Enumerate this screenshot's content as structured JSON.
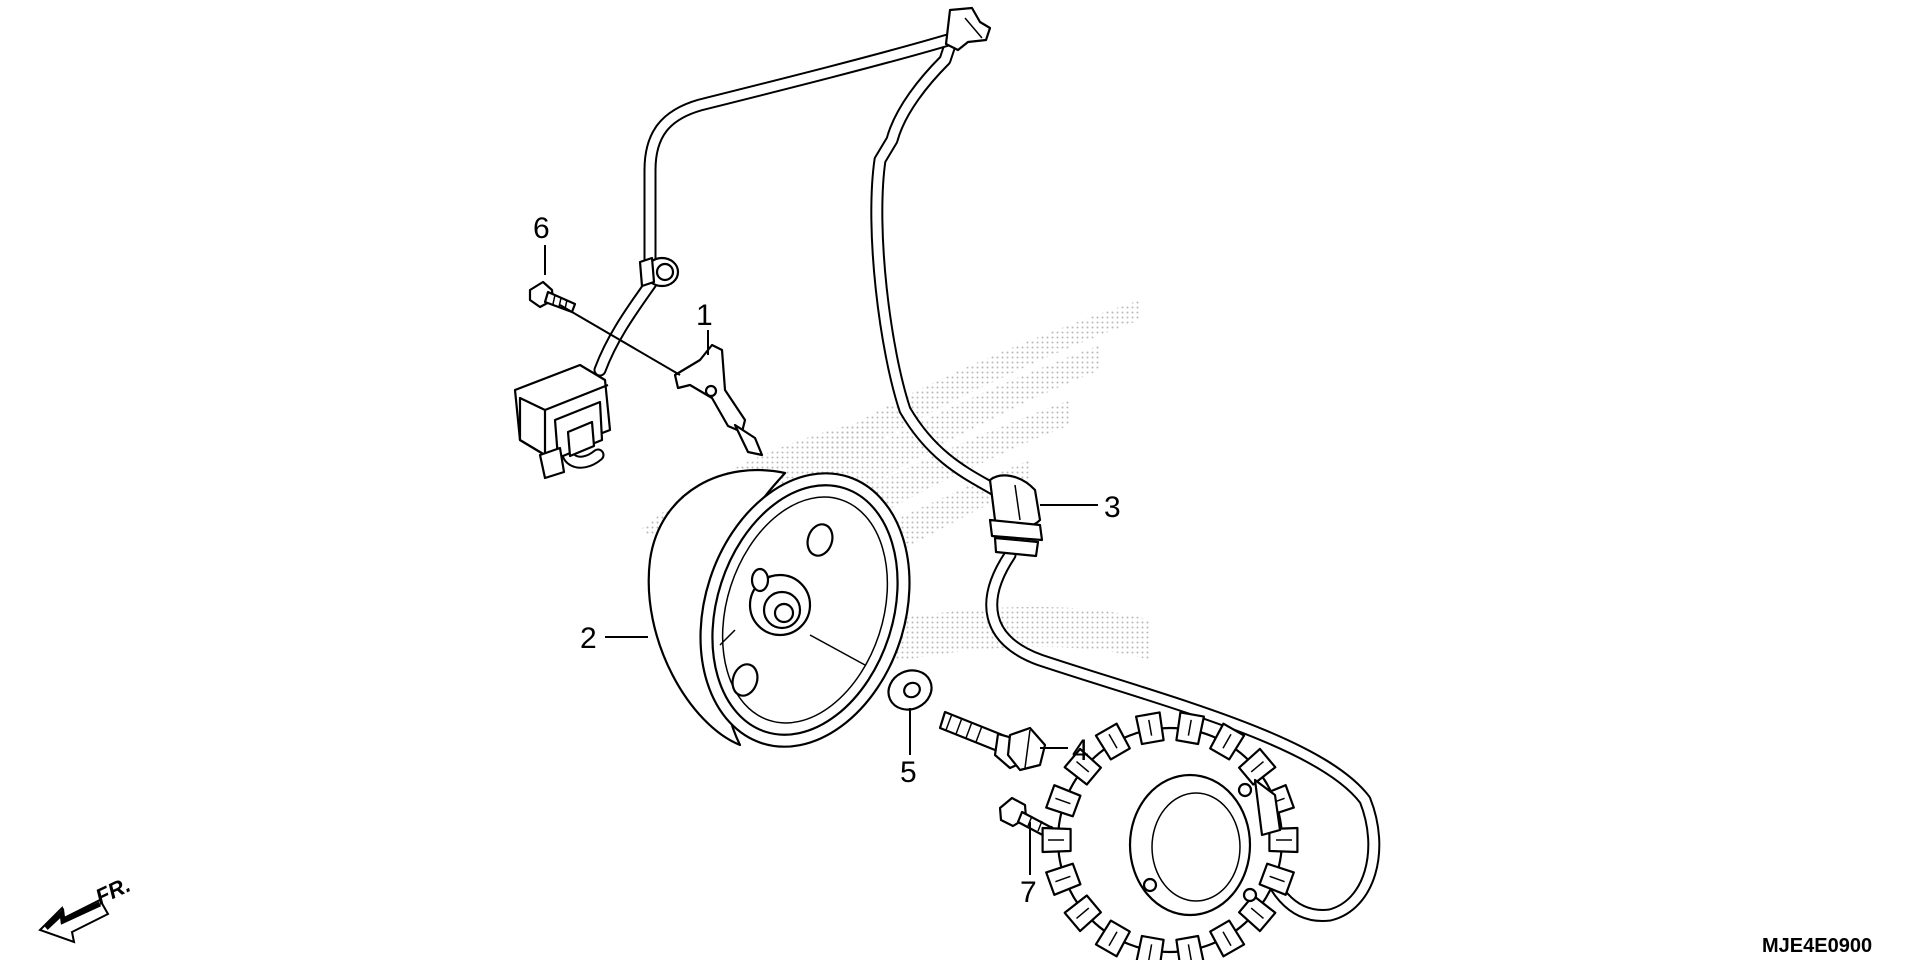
{
  "diagram": {
    "code": "MJE4E0900",
    "direction_label": "FR.",
    "callouts": [
      {
        "id": "1",
        "label": "1"
      },
      {
        "id": "2",
        "label": "2"
      },
      {
        "id": "3",
        "label": "3"
      },
      {
        "id": "4",
        "label": "4"
      },
      {
        "id": "5",
        "label": "5"
      },
      {
        "id": "6",
        "label": "6"
      },
      {
        "id": "7",
        "label": "7"
      }
    ]
  },
  "colors": {
    "ink": "#000000",
    "background": "#ffffff",
    "watermark_dots": "#b8b8b8"
  },
  "icons": {
    "direction": "front-arrow-icon"
  }
}
